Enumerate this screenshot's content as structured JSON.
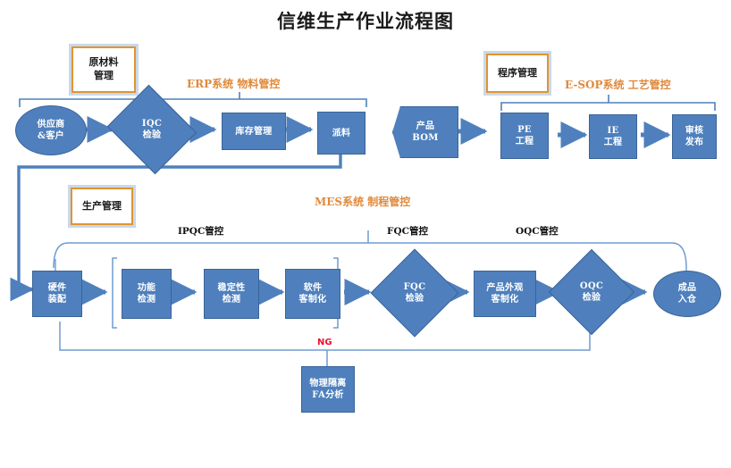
{
  "title": "信维生产作业流程图",
  "colors": {
    "node_fill": "#4f80bd",
    "node_stroke": "#3a6497",
    "connector": "#4f80bd",
    "system_label": "#e08a3c",
    "mgmt_border": "#e0952f",
    "mgmt_glow": "#c9d8ec",
    "ng_label": "#e8112d",
    "qc_label": "#101010",
    "background": "#ffffff"
  },
  "management_boxes": [
    {
      "id": "raw-material",
      "label": "原材料\n管理",
      "line1": "原材料",
      "line2": "管理"
    },
    {
      "id": "program",
      "label": "程序管理",
      "line1": "程序管理",
      "line2": ""
    },
    {
      "id": "production",
      "label": "生产管理",
      "line1": "生产管理",
      "line2": ""
    }
  ],
  "system_labels": [
    {
      "id": "erp",
      "text": "ERP系统  物料管控"
    },
    {
      "id": "esop",
      "text": "E-SOP系统  工艺管控"
    },
    {
      "id": "mes",
      "text": "MES系统   制程管控"
    }
  ],
  "qc_labels": [
    {
      "id": "ipqc",
      "text": "IPQC管控"
    },
    {
      "id": "fqc",
      "text": "FQC管控"
    },
    {
      "id": "oqc",
      "text": "OQC管控"
    }
  ],
  "ng_label": "NG",
  "rows": {
    "top": [
      {
        "id": "supplier",
        "shape": "ellipse",
        "line1": "供应商",
        "line2": "&客户"
      },
      {
        "id": "iqc",
        "shape": "diamond",
        "line1": "IQC",
        "line2": "检验"
      },
      {
        "id": "inventory",
        "shape": "rect",
        "line1": "库存管理",
        "line2": ""
      },
      {
        "id": "dispatch",
        "shape": "rect",
        "line1": "派料",
        "line2": ""
      },
      {
        "id": "bom",
        "shape": "hexagon-left",
        "line1": "产品",
        "line2": "BOM"
      },
      {
        "id": "pe",
        "shape": "rect",
        "line1": "PE",
        "line2": "工程"
      },
      {
        "id": "ie",
        "shape": "rect",
        "line1": "IE",
        "line2": "工程"
      },
      {
        "id": "release",
        "shape": "rect",
        "line1": "审核",
        "line2": "发布"
      }
    ],
    "bottom": [
      {
        "id": "hw-assembly",
        "shape": "rect",
        "line1": "硬件",
        "line2": "装配"
      },
      {
        "id": "function-test",
        "shape": "rect",
        "line1": "功能",
        "line2": "检测"
      },
      {
        "id": "stability-test",
        "shape": "rect",
        "line1": "稳定性",
        "line2": "检测"
      },
      {
        "id": "software-custom",
        "shape": "rect",
        "line1": "软件",
        "line2": "客制化"
      },
      {
        "id": "fqc",
        "shape": "diamond",
        "line1": "FQC",
        "line2": "检验"
      },
      {
        "id": "appearance-custom",
        "shape": "rect",
        "line1": "产品外观",
        "line2": "客制化"
      },
      {
        "id": "oqc",
        "shape": "diamond",
        "line1": "OQC",
        "line2": "检验"
      },
      {
        "id": "finished-goods",
        "shape": "ellipse",
        "line1": "成品",
        "line2": "入仓"
      }
    ],
    "ng_node": {
      "id": "fa-analysis",
      "shape": "rect",
      "line1": "物理隔离",
      "line2": "FA分析"
    }
  }
}
